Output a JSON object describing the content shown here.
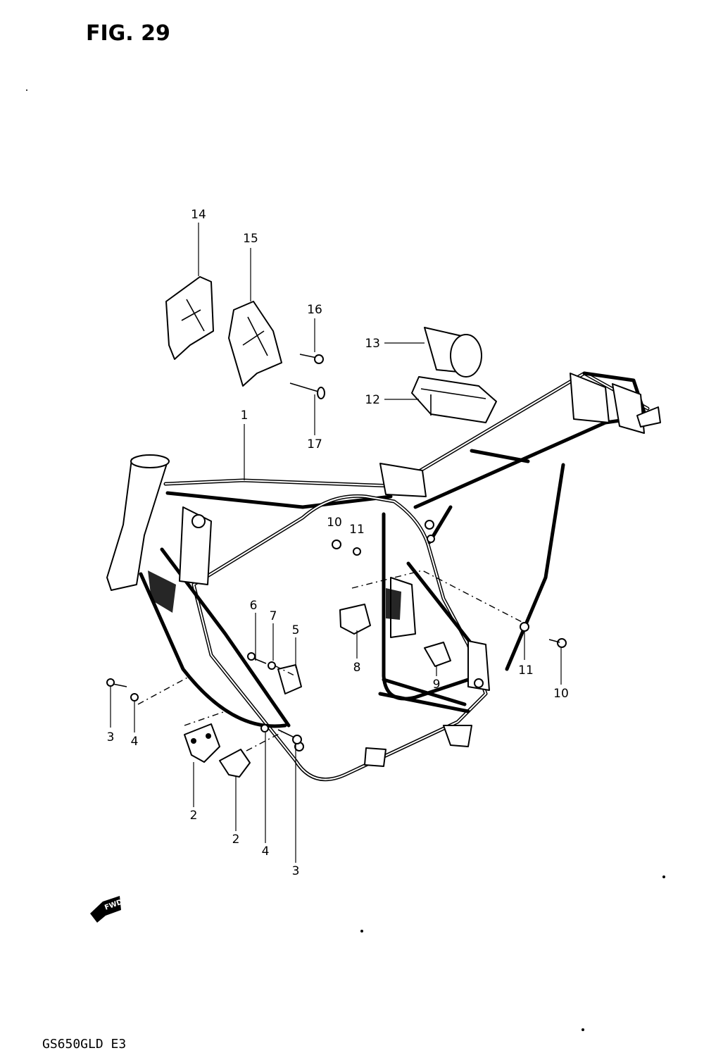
{
  "figure": {
    "title": "FIG. 29",
    "model_code": "GS650GLD E3",
    "fwd_label": "FWD"
  },
  "callouts": [
    "1",
    "2",
    "2",
    "3",
    "3",
    "4",
    "4",
    "5",
    "6",
    "7",
    "8",
    "9",
    "10",
    "10",
    "11",
    "11",
    "12",
    "13",
    "14",
    "15",
    "16",
    "17"
  ],
  "colors": {
    "ink": "#000000",
    "paper": "#ffffff"
  },
  "icons": [
    "fwd-arrow-icon"
  ]
}
